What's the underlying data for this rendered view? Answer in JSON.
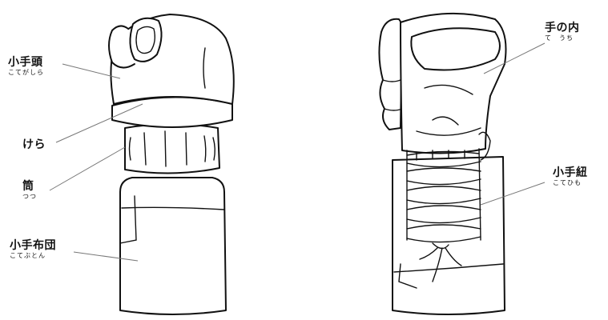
{
  "labels": {
    "kote_gashira": {
      "text": "小手頭",
      "reading": "こてがしら"
    },
    "kera": {
      "text": "けら"
    },
    "tsutsu": {
      "text": "筒",
      "reading": "つつ"
    },
    "kote_buton": {
      "text": "小手布団",
      "reading": "こてぶとん"
    },
    "te_no_uchi": {
      "text": "手の内",
      "reading": "て　うち"
    },
    "kote_himo": {
      "text": "小手紐",
      "reading": "こてひも"
    }
  },
  "colors": {
    "ink": "#111111",
    "leader": "#777777",
    "background": "#ffffff"
  }
}
